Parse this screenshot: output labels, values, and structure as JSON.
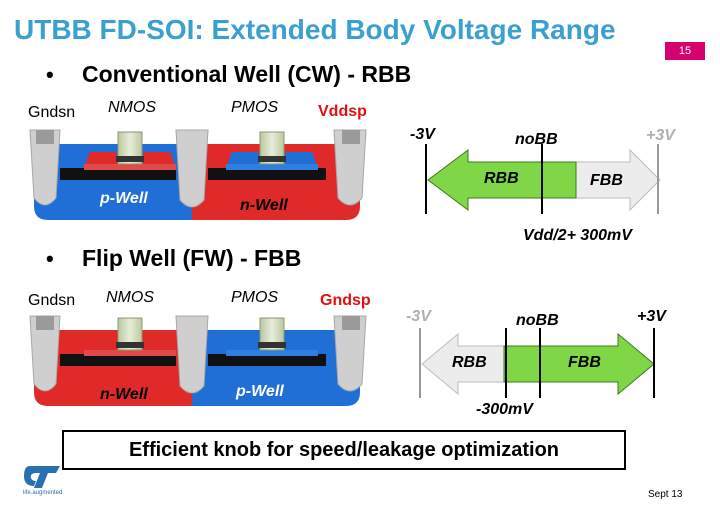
{
  "title": "UTBB FD-SOI: Extended Body Voltage Range",
  "page_number": "15",
  "bullet_symbol": "•",
  "cw": {
    "heading": "Conventional Well (CW) - RBB",
    "gndsn": "Gndsn",
    "nmos": "NMOS",
    "pmos": "PMOS",
    "supply": "Vddsp",
    "left_well": "p-Well",
    "right_well": "n-Well",
    "scale": {
      "minus": "-3V",
      "zero": "noBB",
      "plus": "+3V",
      "arrow_rbb": "RBB",
      "arrow_fbb": "FBB",
      "limit": "Vdd/2+ 300mV"
    }
  },
  "fw": {
    "heading": "Flip Well (FW) - FBB",
    "gndsn": "Gndsn",
    "nmos": "NMOS",
    "pmos": "PMOS",
    "supply": "Gndsp",
    "left_well": "n-Well",
    "right_well": "p-Well",
    "scale": {
      "minus": "-3V",
      "zero": "noBB",
      "plus": "+3V",
      "arrow_rbb": "RBB",
      "arrow_fbb": "FBB",
      "limit": "-300mV"
    }
  },
  "knob_text": "Efficient knob for speed/leakage optimization",
  "logo_text": "life.augmented",
  "footer_date": "Sept 13",
  "colors": {
    "title": "#3aa0cf",
    "p_well_blue": "#1f6fd6",
    "n_well_red": "#e02a2a",
    "arrow_green": "#7fd646",
    "supply_red": "#e01010",
    "page_badge": "#d6006e"
  }
}
